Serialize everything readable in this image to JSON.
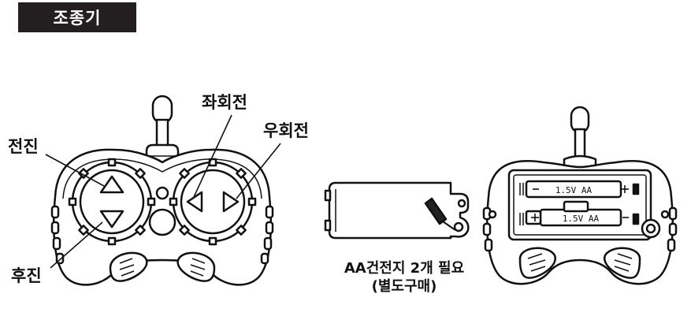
{
  "title": "조종기",
  "labels": {
    "forward": "전진",
    "backward": "후진",
    "turn_left": "좌회전",
    "turn_right": "우회전"
  },
  "battery_note": {
    "line1": "AA건전지 2개 필요",
    "line2": "(별도구매)"
  },
  "battery_labels": {
    "top": "1.5V  AA",
    "bottom": "1.5V  AA"
  },
  "colors": {
    "title_bg": "#231f20",
    "title_text": "#ffffff",
    "line": "#111111"
  }
}
